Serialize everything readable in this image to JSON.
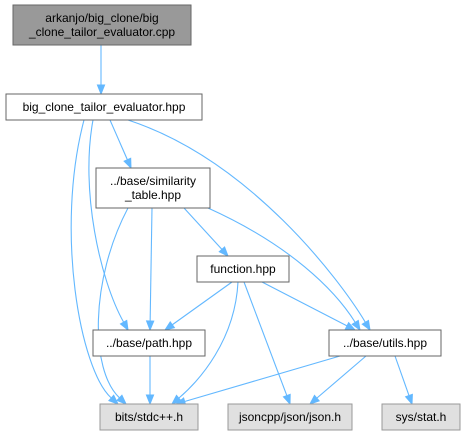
{
  "nodes": {
    "root": {
      "lines": [
        "arkanjo/big_clone/big",
        "_clone_tailor_evaluator.cpp"
      ],
      "style": "root"
    },
    "evaluator_hpp": {
      "lines": [
        "big_clone_tailor_evaluator.hpp"
      ],
      "style": "white"
    },
    "similarity_table": {
      "lines": [
        "../base/similarity",
        "_table.hpp"
      ],
      "style": "white"
    },
    "function_hpp": {
      "lines": [
        "function.hpp"
      ],
      "style": "white"
    },
    "path_hpp": {
      "lines": [
        "../base/path.hpp"
      ],
      "style": "white"
    },
    "utils_hpp": {
      "lines": [
        "../base/utils.hpp"
      ],
      "style": "white"
    },
    "stdcpp": {
      "lines": [
        "bits/stdc++.h"
      ],
      "style": "gray"
    },
    "json_h": {
      "lines": [
        "jsoncpp/json/json.h"
      ],
      "style": "gray"
    },
    "stat_h": {
      "lines": [
        "sys/stat.h"
      ],
      "style": "gray"
    }
  },
  "edges": [
    {
      "from": "root",
      "to": "evaluator_hpp"
    },
    {
      "from": "evaluator_hpp",
      "to": "similarity_table"
    },
    {
      "from": "evaluator_hpp",
      "to": "path_hpp"
    },
    {
      "from": "evaluator_hpp",
      "to": "utils_hpp"
    },
    {
      "from": "evaluator_hpp",
      "to": "stdcpp"
    },
    {
      "from": "similarity_table",
      "to": "function_hpp"
    },
    {
      "from": "similarity_table",
      "to": "path_hpp"
    },
    {
      "from": "similarity_table",
      "to": "utils_hpp"
    },
    {
      "from": "similarity_table",
      "to": "stdcpp"
    },
    {
      "from": "function_hpp",
      "to": "path_hpp"
    },
    {
      "from": "function_hpp",
      "to": "utils_hpp"
    },
    {
      "from": "function_hpp",
      "to": "json_h"
    },
    {
      "from": "function_hpp",
      "to": "stdcpp"
    },
    {
      "from": "path_hpp",
      "to": "stdcpp"
    },
    {
      "from": "utils_hpp",
      "to": "stdcpp"
    },
    {
      "from": "utils_hpp",
      "to": "json_h"
    },
    {
      "from": "utils_hpp",
      "to": "stat_h"
    }
  ],
  "colors": {
    "edge": "#63b8ff",
    "root_fill": "#999999",
    "external_fill": "#e0e0e0",
    "border": "#666666"
  }
}
